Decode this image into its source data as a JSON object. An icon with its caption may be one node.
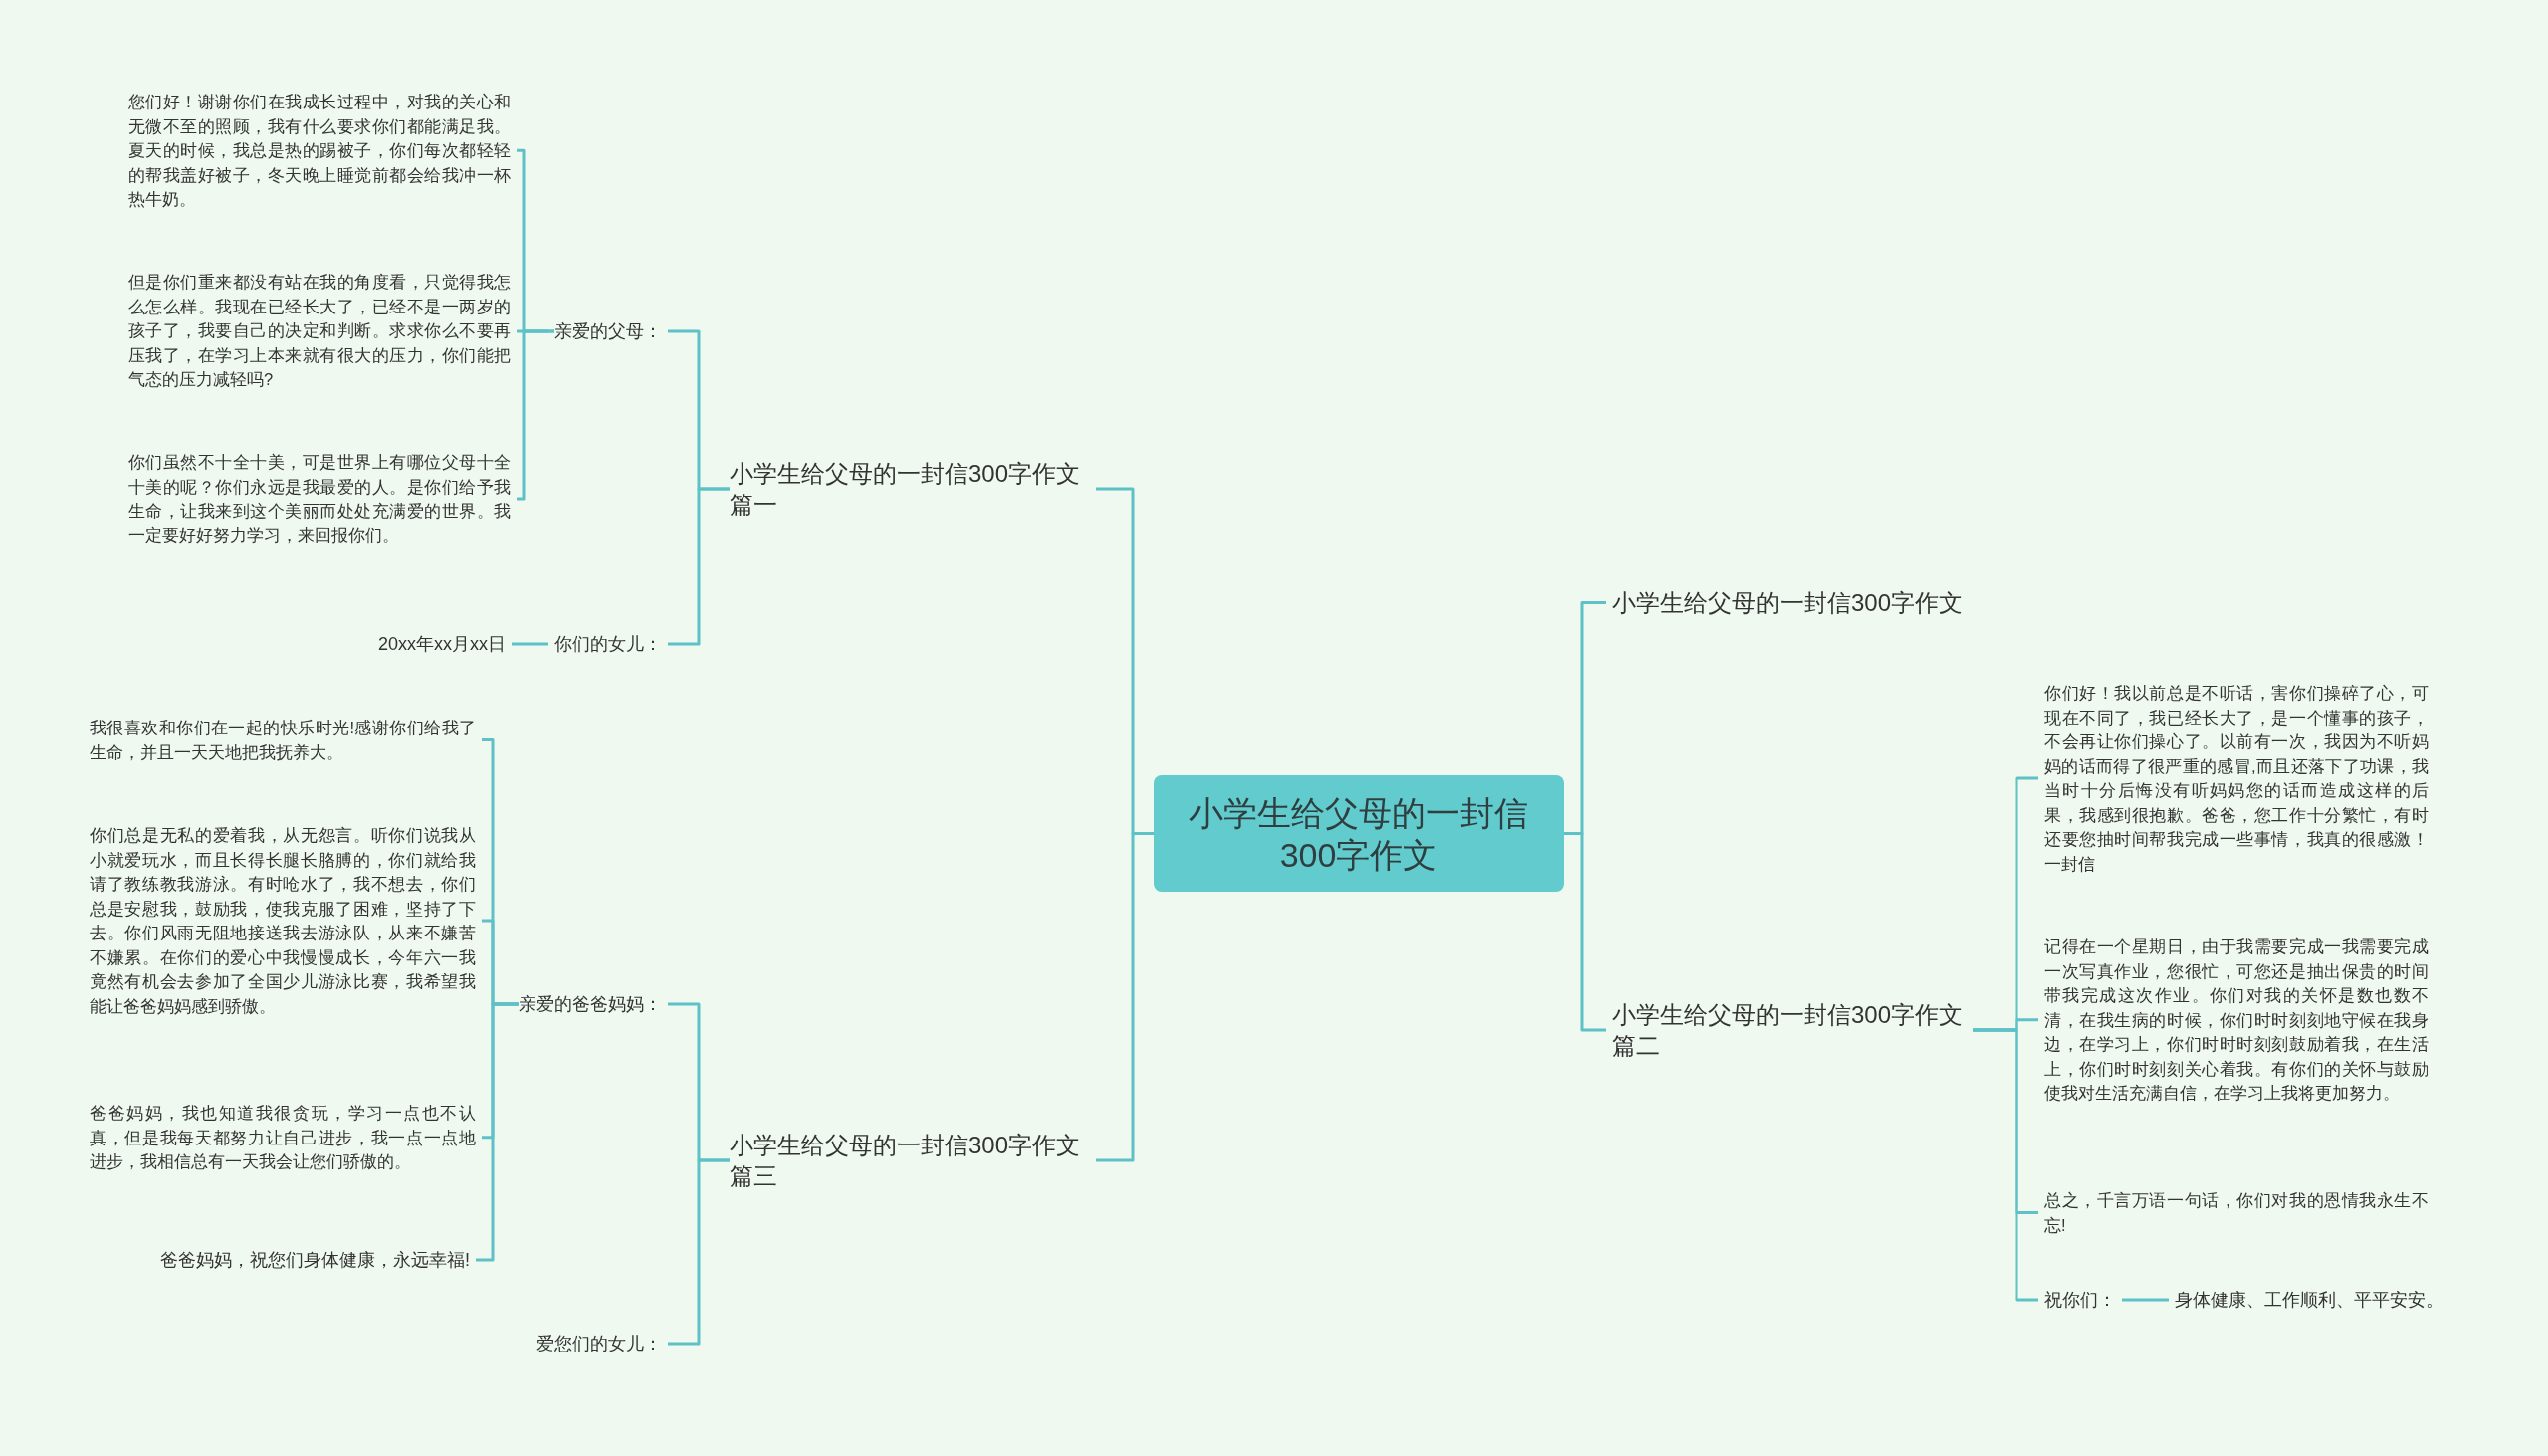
{
  "diagram": {
    "nodes": [
      {
        "text": [
          "小学生给父母的一封信300字作文"
        ]
      },
      {
        "text": [
          "小学生给父母的一封信300字作文篇一"
        ]
      },
      {
        "text": [
          "亲爱的父母："
        ]
      },
      {
        "text": [
          "您们好！谢谢你们在我成长过程中，对我的关心和无微不至的照顾，我有什么要求你们都能满足我。夏天的时候，我总是热的踢被子，你们每次都轻轻的帮我盖好被子，冬天晚上睡觉前都会给我冲一杯热牛奶。"
        ]
      },
      {
        "text": [
          "但是你们重来都没有站在我的角度看，只觉得我怎么怎么样。我现在已经长大了，已经不是一两岁的孩子了，我要自己的决定和判断。求求你么不要再压我了，在学习上本来就有很大的压力，你们能把气态的压力减轻吗?"
        ]
      },
      {
        "text": [
          "你们虽然不十全十美，可是世界上有哪位父母十全十美的呢？你们永远是我最爱的人。是你们给予我生命，让我来到这个美丽而处处充满爱的世界。我一定要好好努力学习，来回报你们。"
        ]
      },
      {
        "text": [
          "你们的女儿："
        ]
      },
      {
        "text": [
          "20xx年xx月xx日"
        ]
      },
      {
        "text": [
          "小学生给父母的一封信300字作文篇三"
        ]
      },
      {
        "text": [
          "亲爱的爸爸妈妈："
        ]
      },
      {
        "text": [
          "我很喜欢和你们在一起的快乐时光!感谢你们给我了生命，并且一天天地把我抚养大。"
        ]
      },
      {
        "text": [
          "你们总是无私的爱着我，从无怨言。听你们说我从小就爱玩水，而且长得长腿长胳膊的，你们就给我请了教练教我游泳。有时呛水了，我不想去，你们总是安慰我，鼓励我，使我克服了困难，坚持了下去。你们风雨无阻地接送我去游泳队，从来不嫌苦不嫌累。在你们的爱心中我慢慢成长，今年六一我竟然有机会去参加了全国少儿游泳比赛，我希望我能让爸爸妈妈感到骄傲。"
        ]
      },
      {
        "text": [
          "爸爸妈妈，我也知道我很贪玩，学习一点也不认真，但是我每天都努力让自己进步，我一点一点地进步，我相信总有一天我会让您们骄傲的。"
        ]
      },
      {
        "text": [
          "爸爸妈妈，祝您们身体健康，永远幸福!"
        ]
      },
      {
        "text": [
          "爱您们的女儿："
        ]
      },
      {
        "text": [
          "小学生给父母的一封信300字作文"
        ]
      },
      {
        "text": [
          "小学生给父母的一封信300字作文篇二"
        ]
      },
      {
        "text": [
          "你们好！我以前总是不听话，害你们操碎了心，可现在不同了，我已经长大了，是一个懂事的孩子，不会再让你们操心了。以前有一次，我因为不听妈妈的话而得了很严重的感冒,而且还落下了功课，我当时十分后悔没有听妈妈您的话而造成这样的后果，我感到很抱歉。爸爸，您工作十分繁忙，有时还要您抽时间帮我完成一些事情，我真的很感激！一封信"
        ]
      },
      {
        "text": [
          "记得在一个星期日，由于我需要完成一我需要完成一次写真作业，您很忙，可您还是抽出保贵的时间带我完成这次作业。你们对我的关怀是数也数不清，在我生病的时候，你们时时刻刻地守候在我身边，在学习上，你们时时时刻刻鼓励着我，在生活上，你们时时刻刻关心着我。有你们的关怀与鼓励使我对生活充满自信，在学习上我将更加努力。"
        ]
      },
      {
        "text": [
          "总之，千言万语一句话，你们对我的恩情我永生不忘!"
        ]
      },
      {
        "text": [
          "祝你们："
        ]
      },
      {
        "text": [
          "身体健康、工作顺利、平平安安。"
        ]
      }
    ],
    "edges": [
      {
        "from": 0,
        "to": 1,
        "arrow": "none"
      },
      {
        "from": 1,
        "to": 2,
        "arrow": "none"
      },
      {
        "from": 2,
        "to": 3,
        "arrow": "none"
      },
      {
        "from": 2,
        "to": 4,
        "arrow": "none"
      },
      {
        "from": 2,
        "to": 5,
        "arrow": "none"
      },
      {
        "from": 1,
        "to": 6,
        "arrow": "none"
      },
      {
        "from": 6,
        "to": 7,
        "arrow": "none"
      },
      {
        "from": 0,
        "to": 8,
        "arrow": "none"
      },
      {
        "from": 8,
        "to": 9,
        "arrow": "none"
      },
      {
        "from": 9,
        "to": 10,
        "arrow": "none"
      },
      {
        "from": 9,
        "to": 11,
        "arrow": "none"
      },
      {
        "from": 9,
        "to": 12,
        "arrow": "none"
      },
      {
        "from": 9,
        "to": 13,
        "arrow": "none"
      },
      {
        "from": 8,
        "to": 14,
        "arrow": "none"
      },
      {
        "from": 0,
        "to": 15,
        "arrow": "none"
      },
      {
        "from": 0,
        "to": 16,
        "arrow": "none"
      },
      {
        "from": 16,
        "to": 17,
        "arrow": "none"
      },
      {
        "from": 16,
        "to": 18,
        "arrow": "none"
      },
      {
        "from": 16,
        "to": 19,
        "arrow": "none"
      },
      {
        "from": 16,
        "to": 20,
        "arrow": "none"
      },
      {
        "from": 20,
        "to": 21,
        "arrow": "none"
      }
    ]
  }
}
